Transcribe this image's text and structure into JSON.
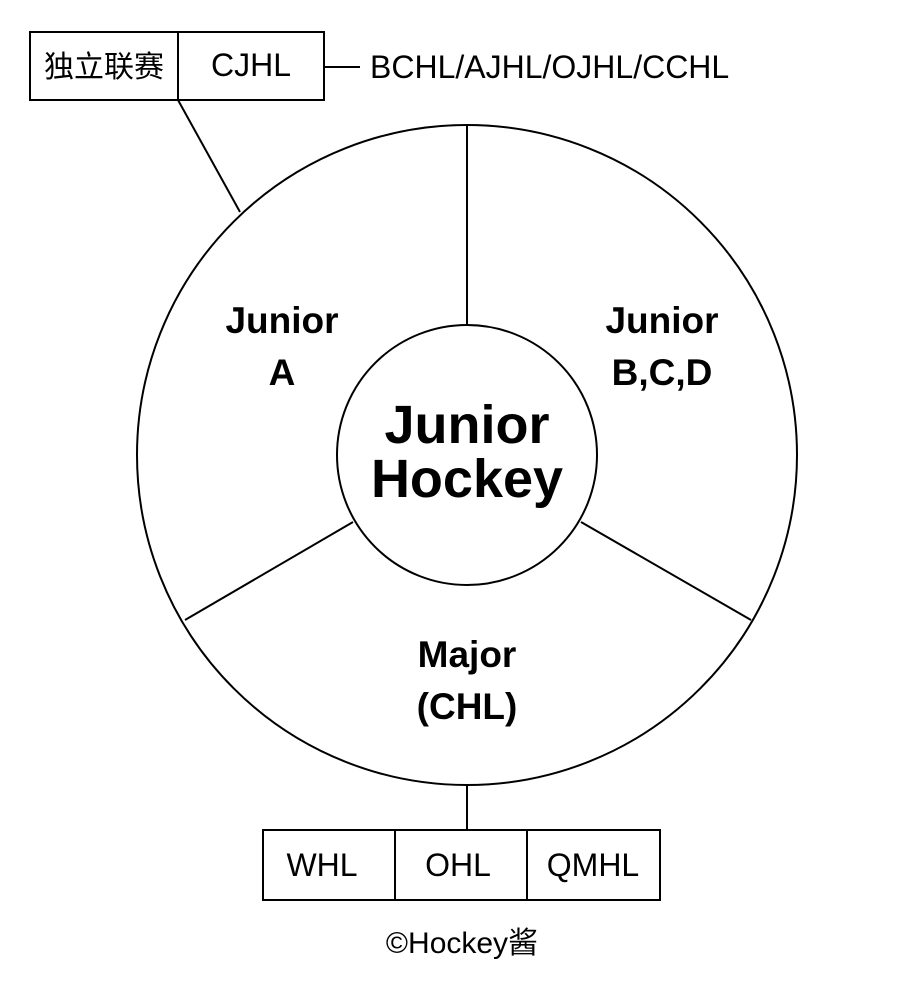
{
  "top_boxes": {
    "independent_league": "独立联赛",
    "cjhl": "CJHL",
    "cjhl_leagues": "BCHL/AJHL/OJHL/CCHL"
  },
  "ring": {
    "segments": {
      "junior_a": {
        "line1": "Junior",
        "line2": "A"
      },
      "junior_bcd": {
        "line1": "Junior",
        "line2": "B,C,D"
      },
      "major": {
        "line1": "Major",
        "line2": "(CHL)"
      }
    },
    "center": {
      "line1": "Junior",
      "line2": "Hockey"
    }
  },
  "bottom_boxes": {
    "whl": "WHL",
    "ohl": "OHL",
    "qmhl": "QMHL"
  },
  "credit": "©Hockey酱"
}
